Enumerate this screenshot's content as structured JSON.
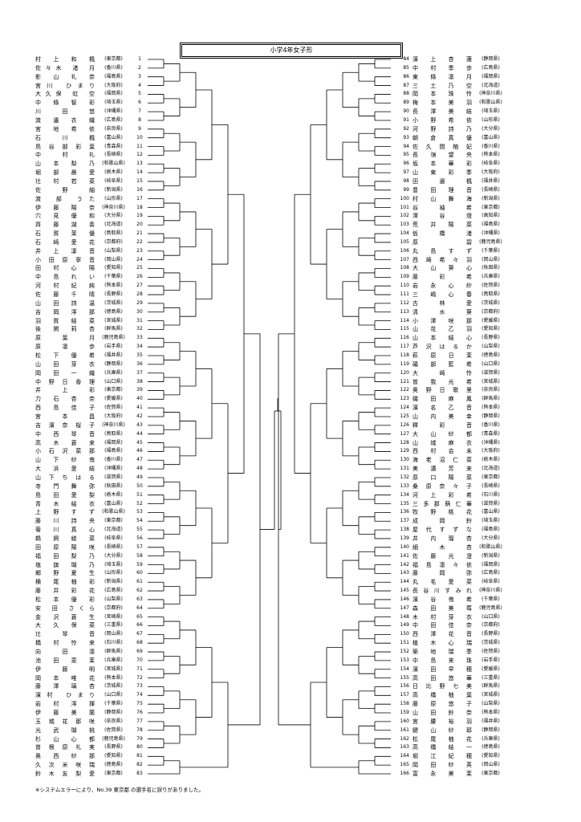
{
  "title": "小学4年女子形",
  "note": "※システムエラーにより、No.39 東京都 の選手名に誤りがありました。",
  "left": [
    {
      "no": "1",
      "name": "村 上 和 楓",
      "pref": "(東京都)"
    },
    {
      "no": "2",
      "name": "佐々木 渚 月",
      "pref": "(香川県)"
    },
    {
      "no": "3",
      "name": "影 山 礼 奈",
      "pref": "(福島県)"
    },
    {
      "no": "4",
      "name": "宮川 ひまり",
      "pref": "(大阪府)"
    },
    {
      "no": "5",
      "name": "大久保 虹 空",
      "pref": "(福岡県)"
    },
    {
      "no": "6",
      "name": "中 條 智 彩",
      "pref": "(埼玉県)"
    },
    {
      "no": "7",
      "name": "川 田 悠",
      "pref": "(沖縄県)"
    },
    {
      "no": "8",
      "name": "渡 邊 衣 織",
      "pref": "(広島県)"
    },
    {
      "no": "9",
      "name": "宮 地 希 依",
      "pref": "(奈良県)"
    },
    {
      "no": "10",
      "name": "石 川 楓",
      "pref": "(富山県)"
    },
    {
      "no": "11",
      "name": "鳥 谷 部 彩 葉",
      "pref": "(青森県)"
    },
    {
      "no": "12",
      "name": "中 村 礼",
      "pref": "(長崎県)"
    },
    {
      "no": "13",
      "name": "山 本 梨 乃",
      "pref": "(和歌山県)"
    },
    {
      "no": "14",
      "name": "堀 部 晨 愛",
      "pref": "(栃木県)"
    },
    {
      "no": "15",
      "name": "辻 村 若 菜",
      "pref": "(岐阜県)"
    },
    {
      "no": "16",
      "name": "佐 野 紬",
      "pref": "(新潟県)"
    },
    {
      "no": "17",
      "name": "渡 部 うた",
      "pref": "(山形県)"
    },
    {
      "no": "18",
      "name": "伊 藤 陽 奈",
      "pref": "(神奈川県)"
    },
    {
      "no": "19",
      "name": "穴 見 優 和",
      "pref": "(大分県)"
    },
    {
      "no": "20",
      "name": "齊 藤 湖 奏",
      "pref": "(北海道)"
    },
    {
      "no": "21",
      "name": "石 賀 茉 優",
      "pref": "(鳥取県)"
    },
    {
      "no": "22",
      "name": "石 崎 愛 花",
      "pref": "(京都府)"
    },
    {
      "no": "23",
      "name": "井 上 凜 音",
      "pref": "(山梨県)"
    },
    {
      "no": "24",
      "name": "小 田 原 寧 音",
      "pref": "(岡山県)"
    },
    {
      "no": "25",
      "name": "田 村 心 陽",
      "pref": "(愛知県)"
    },
    {
      "no": "26",
      "name": "中 島 れ い",
      "pref": "(千葉県)"
    },
    {
      "no": "27",
      "name": "河 村 紀 純",
      "pref": "(熊本県)"
    },
    {
      "no": "28",
      "name": "佐 藤 千 晴",
      "pref": "(長野県)"
    },
    {
      "no": "29",
      "name": "山 田 詩 温",
      "pref": "(茨城県)"
    },
    {
      "no": "30",
      "name": "吉 岡 澪 那",
      "pref": "(徳島県)"
    },
    {
      "no": "31",
      "name": "羽 賀 結 菜",
      "pref": "(宮城県)"
    },
    {
      "no": "32",
      "name": "後 閑 莉 杏",
      "pref": "(群馬県)"
    },
    {
      "no": "33",
      "name": "原 葉 月",
      "pref": "(鹿児島県)"
    },
    {
      "no": "34",
      "name": "原 凛 歩",
      "pref": "(岩手県)"
    },
    {
      "no": "35",
      "name": "松 下 優 希",
      "pref": "(福井県)"
    },
    {
      "no": "36",
      "name": "山 田 芽 衣",
      "pref": "(静岡県)"
    },
    {
      "no": "37",
      "name": "岡 田 一 織",
      "pref": "(兵庫県)"
    },
    {
      "no": "38",
      "name": "中 野 日 香 理",
      "pref": "(山口県)"
    },
    {
      "no": "39",
      "name": "井 上 彩",
      "pref": "(東京都)"
    },
    {
      "no": "40",
      "name": "力 石 杏 奈",
      "pref": "(愛媛県)"
    },
    {
      "no": "41",
      "name": "西 島 佳 子",
      "pref": "(佐賀県)"
    },
    {
      "no": "42",
      "name": "宮 本 昌",
      "pref": "(大阪府)"
    },
    {
      "no": "43",
      "name": "吉 濱 奈 桜 子",
      "pref": "(神奈川県)"
    },
    {
      "no": "44",
      "name": "中 西 琴 音",
      "pref": "(鳥取県)"
    },
    {
      "no": "45",
      "name": "高 木 蒼 来",
      "pref": "(福岡県)"
    },
    {
      "no": "46",
      "name": "小 石 沢 菜 那",
      "pref": "(福島県)"
    },
    {
      "no": "47",
      "name": "山 下 紗 侑",
      "pref": "(香川県)"
    },
    {
      "no": "48",
      "name": "大 浜 愛 結",
      "pref": "(沖縄県)"
    },
    {
      "no": "49",
      "name": "山 下 ち は る",
      "pref": "(滋賀県)"
    },
    {
      "no": "50",
      "name": "寺 門 舞 弥",
      "pref": "(秋田県)"
    },
    {
      "no": "51",
      "name": "島 田 愛 梨",
      "pref": "(栃木県)"
    },
    {
      "no": "52",
      "name": "青 木 結 衣",
      "pref": "(富山県)"
    },
    {
      "no": "53",
      "name": "上 野 す ず",
      "pref": "(和歌山県)"
    },
    {
      "no": "54",
      "name": "藤 川 詩 央",
      "pref": "(東京都)"
    },
    {
      "no": "55",
      "name": "菊 川 真 心",
      "pref": "(北海道)"
    },
    {
      "no": "56",
      "name": "鵜 飼 綾 菜",
      "pref": "(岐阜県)"
    },
    {
      "no": "57",
      "name": "田 原 陽 咲",
      "pref": "(長崎県)"
    },
    {
      "no": "58",
      "name": "福 田 梨 乃",
      "pref": "(大分県)"
    },
    {
      "no": "59",
      "name": "塩 旗 瑚 乃",
      "pref": "(埼玉県)"
    },
    {
      "no": "60",
      "name": "郷 野 夏 生",
      "pref": "(山形県)"
    },
    {
      "no": "61",
      "name": "横 尾 柚 彩",
      "pref": "(新潟県)"
    },
    {
      "no": "62",
      "name": "藤 井 彩 花",
      "pref": "(広島県)"
    },
    {
      "no": "63",
      "name": "松 本 優 彩",
      "pref": "(山梨県)"
    },
    {
      "no": "64",
      "name": "安 田 さくら",
      "pref": "(京都府)"
    },
    {
      "no": "65",
      "name": "金 沢 蒼 生",
      "pref": "(宮崎県)"
    },
    {
      "no": "66",
      "name": "大 久 保 菜",
      "pref": "(三重県)"
    },
    {
      "no": "67",
      "name": "辻 琴 音",
      "pref": "(岡山県)"
    },
    {
      "no": "68",
      "name": "橋 村 怜 来",
      "pref": "(石川県)"
    },
    {
      "no": "69",
      "name": "向 田 凛",
      "pref": "(群馬県)"
    },
    {
      "no": "70",
      "name": "池 田 恵 茉",
      "pref": "(兵庫県)"
    },
    {
      "no": "71",
      "name": "伊 藤 明",
      "pref": "(宮城県)"
    },
    {
      "no": "72",
      "name": "岡 本 唯 花",
      "pref": "(熊本県)"
    },
    {
      "no": "73",
      "name": "藤 澤 璃 杏",
      "pref": "(茨城県)"
    },
    {
      "no": "74",
      "name": "濱村 ひまり",
      "pref": "(山口県)"
    },
    {
      "no": "75",
      "name": "岩 村 澪 揮",
      "pref": "(千葉県)"
    },
    {
      "no": "76",
      "name": "伊 藤 美 蘭",
      "pref": "(静岡県)"
    },
    {
      "no": "77",
      "name": "玉 城 花 那 咲",
      "pref": "(奈良県)"
    },
    {
      "no": "78",
      "name": "光 武 瑚 桃",
      "pref": "(佐賀県)"
    },
    {
      "no": "79",
      "name": "杉 山 心 都",
      "pref": "(鹿児島県)"
    },
    {
      "no": "80",
      "name": "曽 根 原 礼 実",
      "pref": "(長野県)"
    },
    {
      "no": "81",
      "name": "奥 西 紗 那",
      "pref": "(愛知県)"
    },
    {
      "no": "82",
      "name": "久 次 米 咲 瑞",
      "pref": "(徳島県)"
    },
    {
      "no": "83",
      "name": "鈴 木 友 梨 愛",
      "pref": "(東京都)"
    }
  ],
  "right": [
    {
      "no": "84",
      "name": "濱 上 杏 蓮",
      "pref": "(静岡県)"
    },
    {
      "no": "85",
      "name": "中 村 季 歩",
      "pref": "(広島県)"
    },
    {
      "no": "86",
      "name": "東 條 凛 月",
      "pref": "(福岡県)"
    },
    {
      "no": "87",
      "name": "三 土 乃 空",
      "pref": "(北海道)"
    },
    {
      "no": "88",
      "name": "岡 本 珠 怜",
      "pref": "(神奈川県)"
    },
    {
      "no": "89",
      "name": "梅 本 美 羽",
      "pref": "(和歌山県)"
    },
    {
      "no": "90",
      "name": "長 澤 美 結",
      "pref": "(埼玉県)"
    },
    {
      "no": "91",
      "name": "小 野 希 依",
      "pref": "(山形県)"
    },
    {
      "no": "92",
      "name": "河 野 詩 乃",
      "pref": "(大分県)"
    },
    {
      "no": "93",
      "name": "朝 倉 真 優",
      "pref": "(富山県)"
    },
    {
      "no": "94",
      "name": "佐 久 間 柚 妃",
      "pref": "(香川県)"
    },
    {
      "no": "95",
      "name": "長 嶺 望 央",
      "pref": "(熊本県)"
    },
    {
      "no": "96",
      "name": "坂 本 華 彩",
      "pref": "(岐阜県)"
    },
    {
      "no": "97",
      "name": "山 東 彩 季",
      "pref": "(大阪府)"
    },
    {
      "no": "98",
      "name": "田 邉 楓",
      "pref": "(福井県)"
    },
    {
      "no": "99",
      "name": "豊 田 理 音",
      "pref": "(長崎県)"
    },
    {
      "no": "100",
      "name": "村 山 舞 海",
      "pref": "(新潟県)"
    },
    {
      "no": "101",
      "name": "谷 袖 希",
      "pref": "(東京都)"
    },
    {
      "no": "102",
      "name": "澤 谷 燈",
      "pref": "(高知県)"
    },
    {
      "no": "103",
      "name": "荒 井 陽 菜",
      "pref": "(福島県)"
    },
    {
      "no": "104",
      "name": "仮 橋 渚",
      "pref": "(沖縄県)"
    },
    {
      "no": "105",
      "name": "原 碧",
      "pref": "(鹿児島県)"
    },
    {
      "no": "106",
      "name": "丸 島 す ず",
      "pref": "(千葉県)"
    },
    {
      "no": "107",
      "name": "西 崎 希 々 羽",
      "pref": "(岡山県)"
    },
    {
      "no": "108",
      "name": "大 山 葵 心",
      "pref": "(秋田県)"
    },
    {
      "no": "109",
      "name": "藤 彩 希",
      "pref": "(兵庫県)"
    },
    {
      "no": "110",
      "name": "岩 永 心 紗",
      "pref": "(佐賀県)"
    },
    {
      "no": "111",
      "name": "三 嶋 心 春",
      "pref": "(鳥取県)"
    },
    {
      "no": "112",
      "name": "古 林 愛",
      "pref": "(茨城県)"
    },
    {
      "no": "113",
      "name": "清 水 葵",
      "pref": "(京都府)"
    },
    {
      "no": "114",
      "name": "小 澤 咲 那",
      "pref": "(愛媛県)"
    },
    {
      "no": "115",
      "name": "山 花 乙 羽",
      "pref": "(愛知県)"
    },
    {
      "no": "116",
      "name": "山 本 結 心",
      "pref": "(長野県)"
    },
    {
      "no": "117",
      "name": "芦 沢 は る か",
      "pref": "(山梨県)"
    },
    {
      "no": "118",
      "name": "萩 原 日 茉",
      "pref": "(徳島県)"
    },
    {
      "no": "119",
      "name": "礒 部 藍 希",
      "pref": "(山口県)"
    },
    {
      "no": "120",
      "name": "大 崎 怜",
      "pref": "(滋賀県)"
    },
    {
      "no": "121",
      "name": "曽 我 光 希",
      "pref": "(宮城県)"
    },
    {
      "no": "122",
      "name": "奥 野 日 歌 里",
      "pref": "(奈良県)"
    },
    {
      "no": "123",
      "name": "磯 田 麻 鳳",
      "pref": "(群馬県)"
    },
    {
      "no": "124",
      "name": "濱 名 乙 音",
      "pref": "(熊本県)"
    },
    {
      "no": "125",
      "name": "山 内 美 幸",
      "pref": "(静岡県)"
    },
    {
      "no": "126",
      "name": "釋 彩 音",
      "pref": "(香川県)"
    },
    {
      "no": "127",
      "name": "大 山 紗 都",
      "pref": "(青森県)"
    },
    {
      "no": "128",
      "name": "山 城 麻 衣",
      "pref": "(沖縄県)"
    },
    {
      "no": "129",
      "name": "西 村 会 未",
      "pref": "(大阪府)"
    },
    {
      "no": "130",
      "name": "海 老 沼 仁 菜",
      "pref": "(栃木県)"
    },
    {
      "no": "131",
      "name": "美 濃 芳 来",
      "pref": "(北海道)"
    },
    {
      "no": "132",
      "name": "原 口 陽 菜",
      "pref": "(東京都)"
    },
    {
      "no": "133",
      "name": "桑 原 奈 々 子",
      "pref": "(長崎県)"
    },
    {
      "no": "134",
      "name": "河 上 彩 希",
      "pref": "(石川県)"
    },
    {
      "no": "135",
      "name": "三 多 那 萌 仁 華",
      "pref": "(滋賀県)"
    },
    {
      "no": "136",
      "name": "牧 野 桃 花",
      "pref": "(富山県)"
    },
    {
      "no": "137",
      "name": "成 岡 鈴",
      "pref": "(埼玉県)"
    },
    {
      "no": "138",
      "name": "屋 代 す ず な",
      "pref": "(福島県)"
    },
    {
      "no": "139",
      "name": "井 内 瑠 杏",
      "pref": "(大分県)"
    },
    {
      "no": "140",
      "name": "細 木 杏",
      "pref": "(和歌山県)"
    },
    {
      "no": "141",
      "name": "佐 藤 光 澄",
      "pref": "(新潟県)"
    },
    {
      "no": "142",
      "name": "福 島 凛 々 依",
      "pref": "(福岡県)"
    },
    {
      "no": "143",
      "name": "藤 岡 弥",
      "pref": "(広島県)"
    },
    {
      "no": "144",
      "name": "丸 毛 愛 菜",
      "pref": "(岐阜県)"
    },
    {
      "no": "145",
      "name": "長 谷 川 す み れ",
      "pref": "(神奈川県)"
    },
    {
      "no": "146",
      "name": "濱 谷 侑 希",
      "pref": "(千葉県)"
    },
    {
      "no": "147",
      "name": "森 田 美 莓",
      "pref": "(鹿児島県)"
    },
    {
      "no": "148",
      "name": "木 村 芽 衣",
      "pref": "(山口県)"
    },
    {
      "no": "149",
      "name": "中 田 佳 奈",
      "pref": "(京都府)"
    },
    {
      "no": "150",
      "name": "西 澤 花 音",
      "pref": "(長野県)"
    },
    {
      "no": "151",
      "name": "植 木 心 瑞",
      "pref": "(茨城県)"
    },
    {
      "no": "152",
      "name": "築 地 瑞 季",
      "pref": "(佐賀県)"
    },
    {
      "no": "153",
      "name": "中 島 来 珠",
      "pref": "(岩手県)"
    },
    {
      "no": "154",
      "name": "濱 田 早 穂",
      "pref": "(愛媛県)"
    },
    {
      "no": "155",
      "name": "高 田 悠 華",
      "pref": "(三重県)"
    },
    {
      "no": "156",
      "name": "日 比 野 七 美",
      "pref": "(群馬県)"
    },
    {
      "no": "157",
      "name": "高 橋 柚 葉",
      "pref": "(宮城県)"
    },
    {
      "no": "158",
      "name": "藤 原 悠 子",
      "pref": "(山梨県)"
    },
    {
      "no": "159",
      "name": "山 田 鈴 奈",
      "pref": "(熊本県)"
    },
    {
      "no": "160",
      "name": "宮 腰 裕 羽",
      "pref": "(福井県)"
    },
    {
      "no": "161",
      "name": "鍵 山 紗 耶",
      "pref": "(静岡県)"
    },
    {
      "no": "162",
      "name": "松 尾 柚 花",
      "pref": "(兵庫県)"
    },
    {
      "no": "163",
      "name": "高 橋 結 一",
      "pref": "(徳島県)"
    },
    {
      "no": "164",
      "name": "堀 江 紀 穂",
      "pref": "(愛知県)"
    },
    {
      "no": "165",
      "name": "岡 田 紗 英",
      "pref": "(岡山県)"
    },
    {
      "no": "166",
      "name": "富 永 美 茉",
      "pref": "(東京都)"
    }
  ]
}
